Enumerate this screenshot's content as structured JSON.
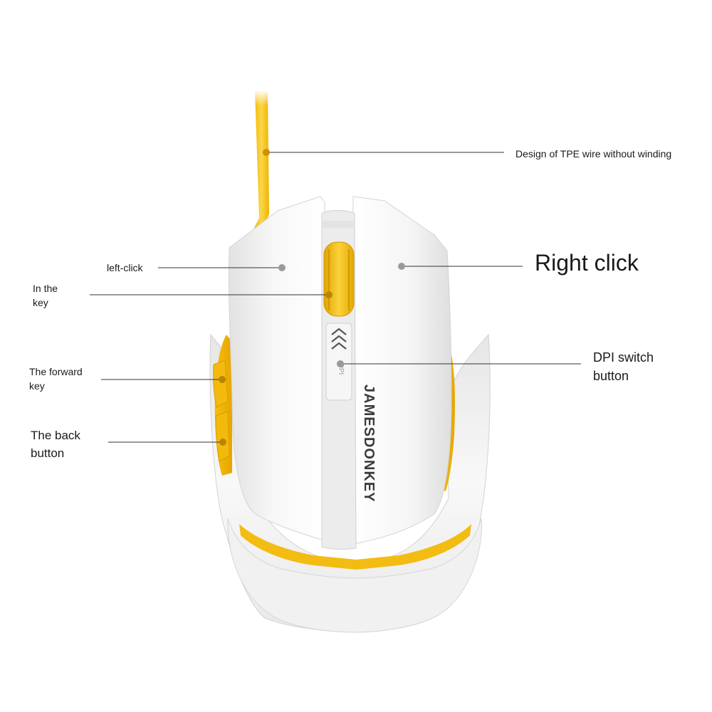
{
  "brand": {
    "text": "JAMESDONKEY",
    "dpi_text": "DPI"
  },
  "colors": {
    "shell": "#f4f4f4",
    "shell_shadow": "#d9d9d9",
    "accent": "#f7c317",
    "accent_dark": "#e0a400",
    "leader_line": "#333333",
    "marker_dot": "#9a9a9a",
    "label_text": "#1a1a1a"
  },
  "callouts": {
    "wire": {
      "lines": [
        "Design of TPE wire without winding"
      ]
    },
    "left_click": {
      "lines": [
        "left-click"
      ]
    },
    "right_click": {
      "lines": [
        "Right click"
      ]
    },
    "middle_key": {
      "lines": [
        "In the",
        "key"
      ]
    },
    "forward_key": {
      "lines": [
        "The forward",
        "key"
      ]
    },
    "back_button": {
      "lines": [
        "The back",
        "button"
      ]
    },
    "dpi_button": {
      "lines": [
        "DPI switch",
        "button"
      ]
    }
  }
}
